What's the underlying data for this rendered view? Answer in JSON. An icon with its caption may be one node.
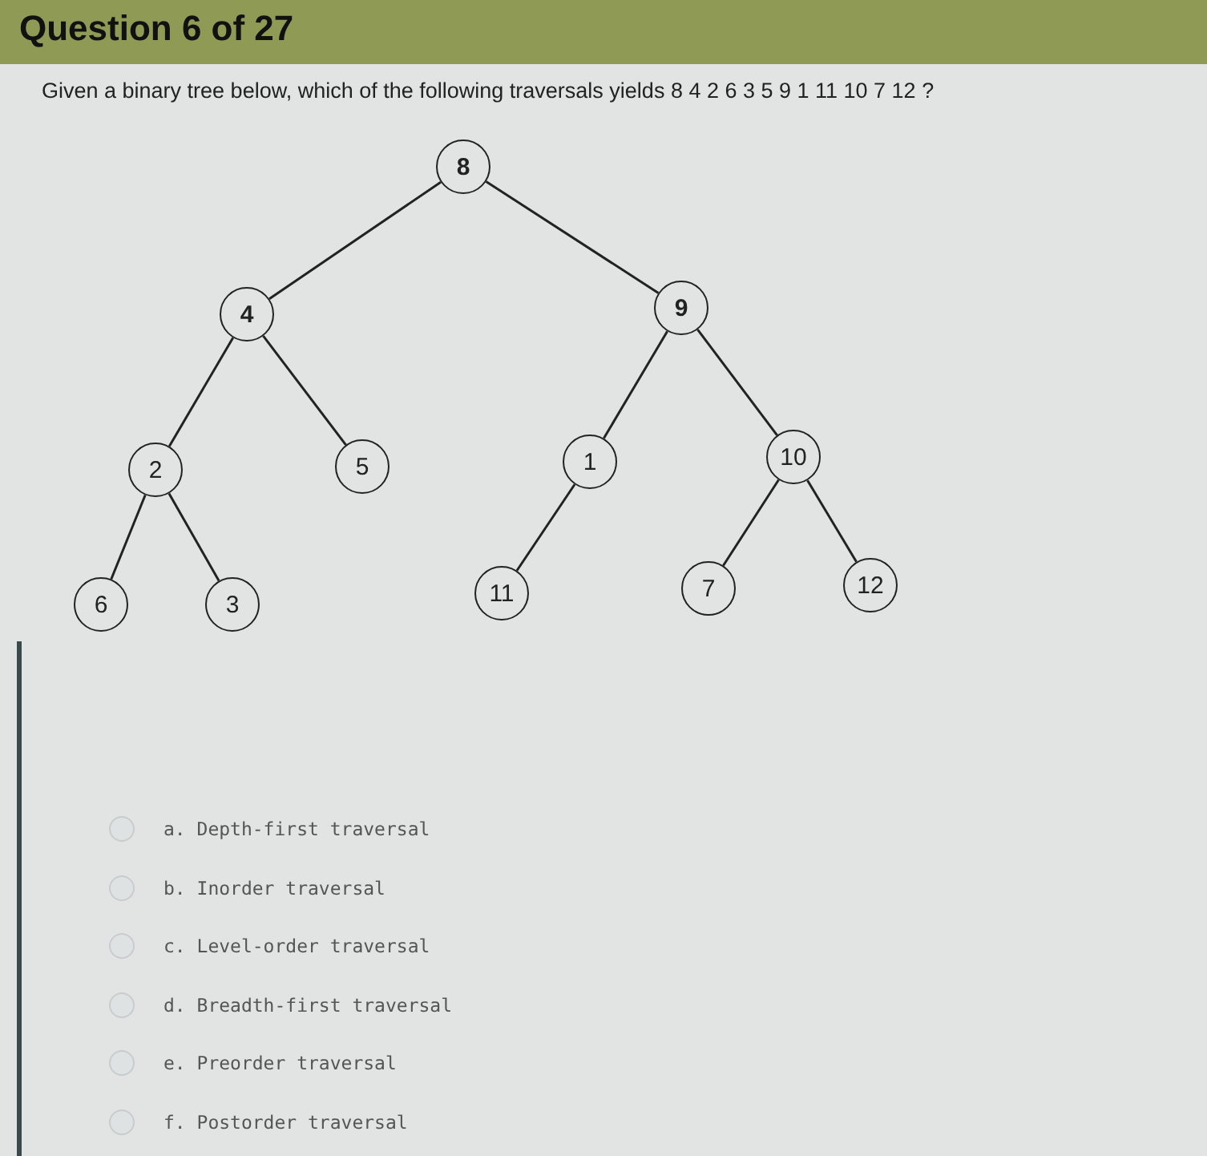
{
  "diagram": {
    "title": "Question 6 of 27",
    "nodes": [
      {
        "text": [
          "8"
        ]
      },
      {
        "text": [
          "4"
        ]
      },
      {
        "text": [
          "9"
        ]
      },
      {
        "text": [
          "2"
        ]
      },
      {
        "text": [
          "5"
        ]
      },
      {
        "text": [
          "1"
        ]
      },
      {
        "text": [
          "10"
        ]
      },
      {
        "text": [
          "6"
        ]
      },
      {
        "text": [
          "3"
        ]
      },
      {
        "text": [
          "11"
        ]
      },
      {
        "text": [
          "7"
        ]
      },
      {
        "text": [
          "12"
        ]
      }
    ],
    "edges": [
      {
        "from": 0,
        "to": 1,
        "arrow": "none"
      },
      {
        "from": 0,
        "to": 2,
        "arrow": "none"
      },
      {
        "from": 1,
        "to": 3,
        "arrow": "none"
      },
      {
        "from": 1,
        "to": 4,
        "arrow": "none"
      },
      {
        "from": 2,
        "to": 5,
        "arrow": "none"
      },
      {
        "from": 2,
        "to": 6,
        "arrow": "none"
      },
      {
        "from": 3,
        "to": 7,
        "arrow": "none"
      },
      {
        "from": 3,
        "to": 8,
        "arrow": "none"
      },
      {
        "from": 5,
        "to": 9,
        "arrow": "none"
      },
      {
        "from": 6,
        "to": 10,
        "arrow": "none"
      },
      {
        "from": 6,
        "to": 11,
        "arrow": "none"
      }
    ],
    "labels": [
      "Given a binary tree below, which of the following traversals yields 8 4 2 6 3 5 9 1 11 10 7 12 ?",
      "a. Depth-first traversal",
      "b. Inorder traversal",
      "c. Level-order traversal",
      "d. Breadth-first traversal",
      "e. Preorder traversal",
      "f. Postorder traversal"
    ]
  }
}
